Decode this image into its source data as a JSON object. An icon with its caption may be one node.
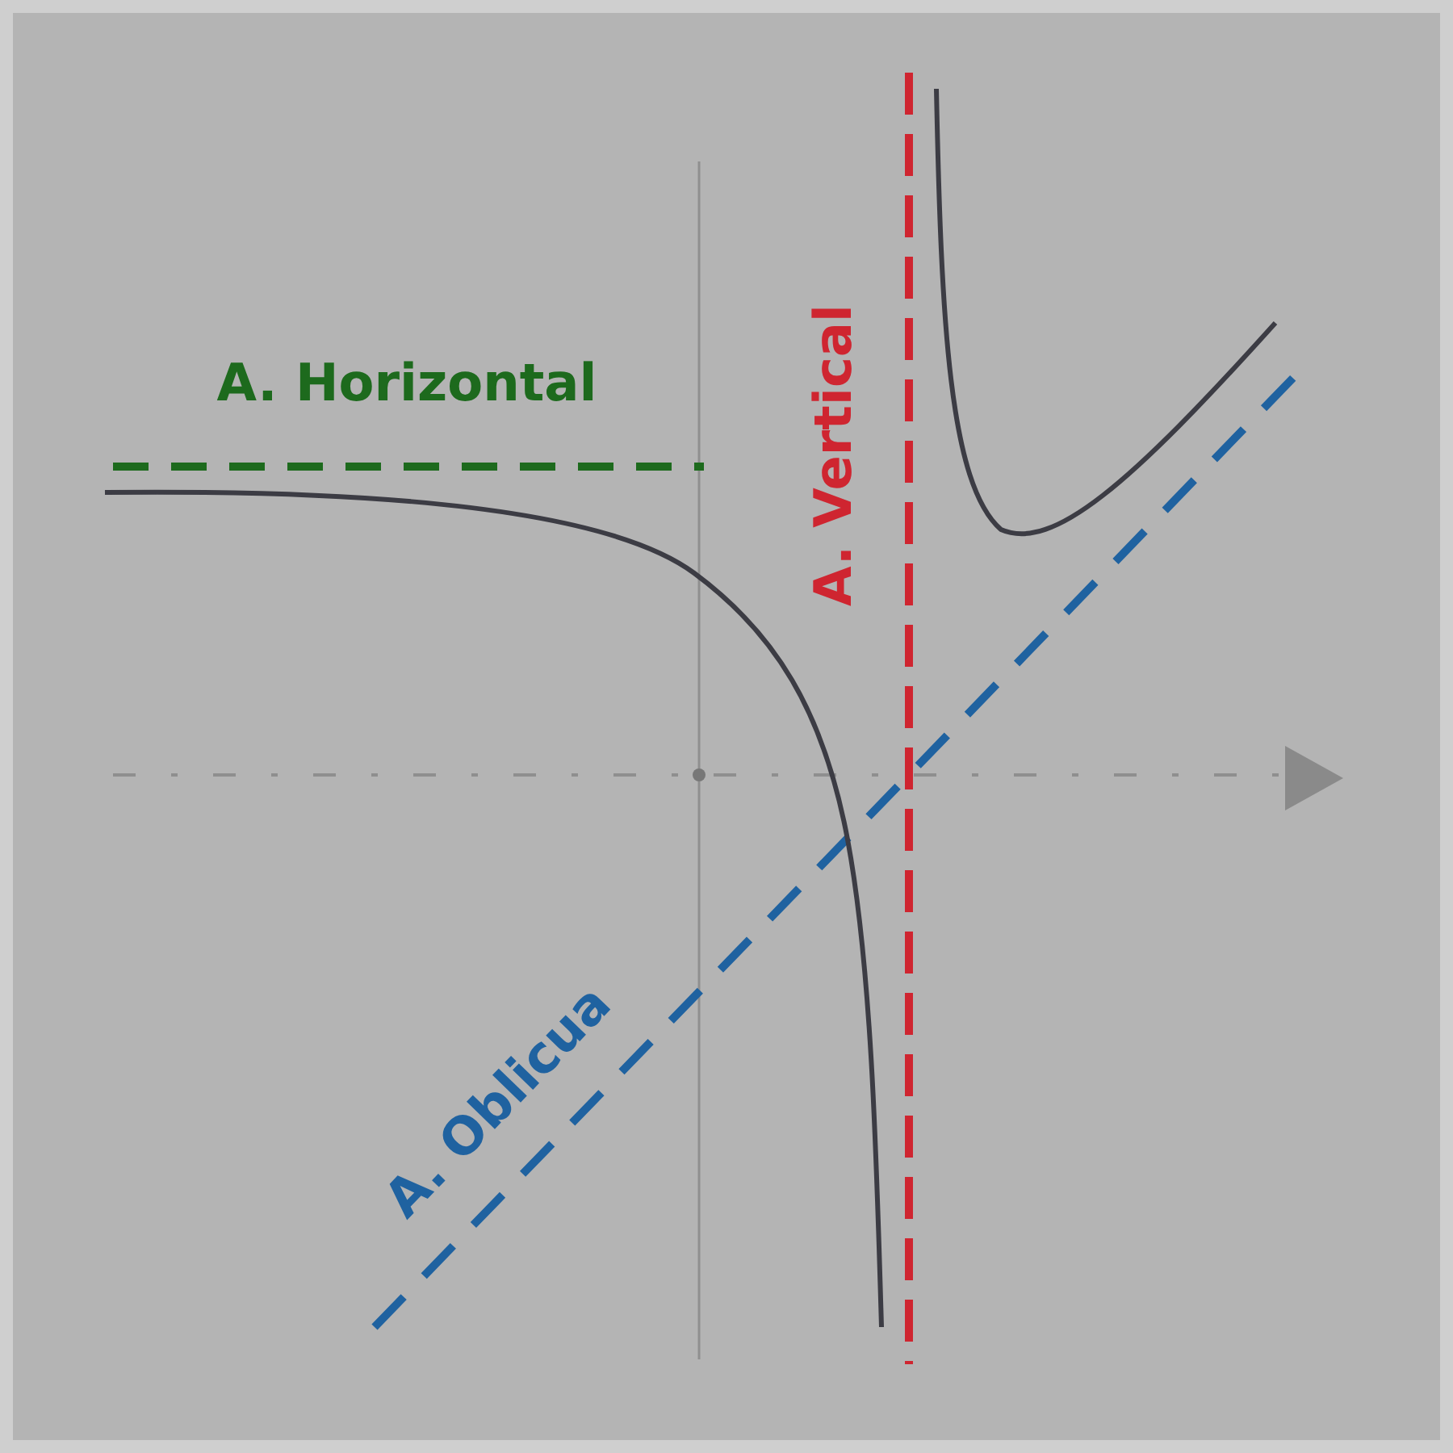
{
  "diagram": {
    "labels": [
      "A. Horizontal",
      "A. Vertical",
      "A. Oblicua"
    ]
  }
}
